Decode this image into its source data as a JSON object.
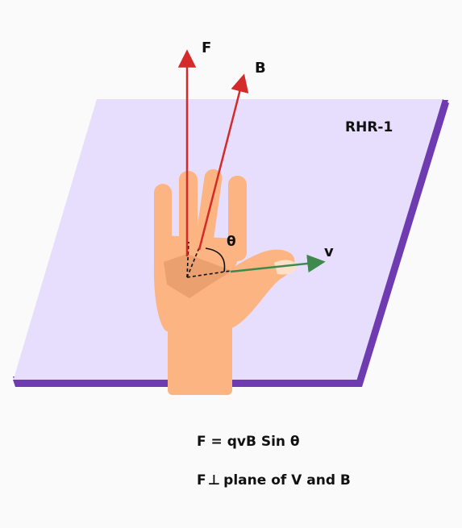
{
  "diagram": {
    "plane_label": "RHR-1",
    "force_label": "F",
    "field_label": "B",
    "velocity_label": "v",
    "angle_label": "θ",
    "formula_line": "F = qvB Sin θ",
    "perp_line_prefix": "F",
    "perp_symbol": "⊥",
    "perp_line_rest": "plane of V and B"
  },
  "colors": {
    "plane_fill": "#e6defc",
    "plane_edge": "#6f3bb0",
    "force_arrow": "#d42a2a",
    "field_arrow": "#d42a2a",
    "velocity_arrow": "#3e8a4e",
    "skin": "#fbb482",
    "palm_shade": "#e89c6c"
  }
}
